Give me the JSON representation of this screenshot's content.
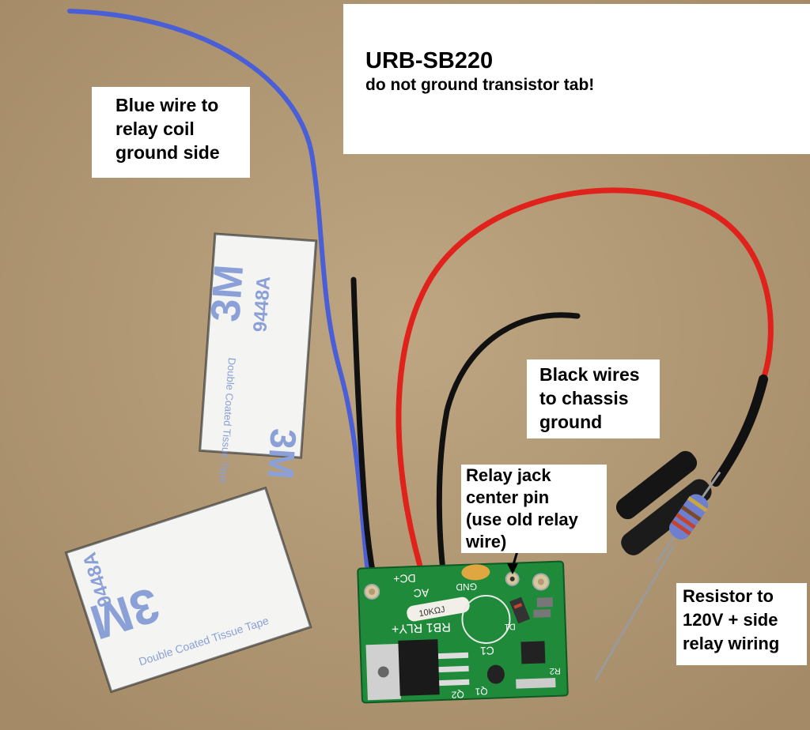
{
  "title": {
    "line1": "URB-SB220",
    "line2": "do not ground transistor tab!"
  },
  "labels": {
    "blue_wire": [
      "Blue wire to",
      "relay coil",
      "ground side"
    ],
    "black_wires": [
      "Black wires",
      "to chassis",
      "ground"
    ],
    "relay_jack": [
      "Relay jack",
      "center pin",
      "(use old relay",
      "wire)"
    ],
    "resistor": [
      "Resistor to",
      "120V + side",
      "relay wiring"
    ]
  },
  "tape": {
    "brand": "3M",
    "part": "9448A",
    "desc": "Double Coated Tissue Tape"
  },
  "board": {
    "silk_ac": "AC",
    "silk_dc": "DC+",
    "silk_gnd": "GND",
    "silk_rly": "RB1 RLY+",
    "silk_c1": "C1",
    "silk_d1": "D1",
    "silk_q1": "Q1",
    "silk_q2": "Q2",
    "silk_r2": "R2",
    "resistor_marking": "10KΩJ"
  },
  "colors": {
    "cardboard": "#b39b78",
    "pcb": "#1f8a3a",
    "wire_blue": "#4a5fd6",
    "wire_red": "#e0221c",
    "wire_black": "#111111"
  }
}
